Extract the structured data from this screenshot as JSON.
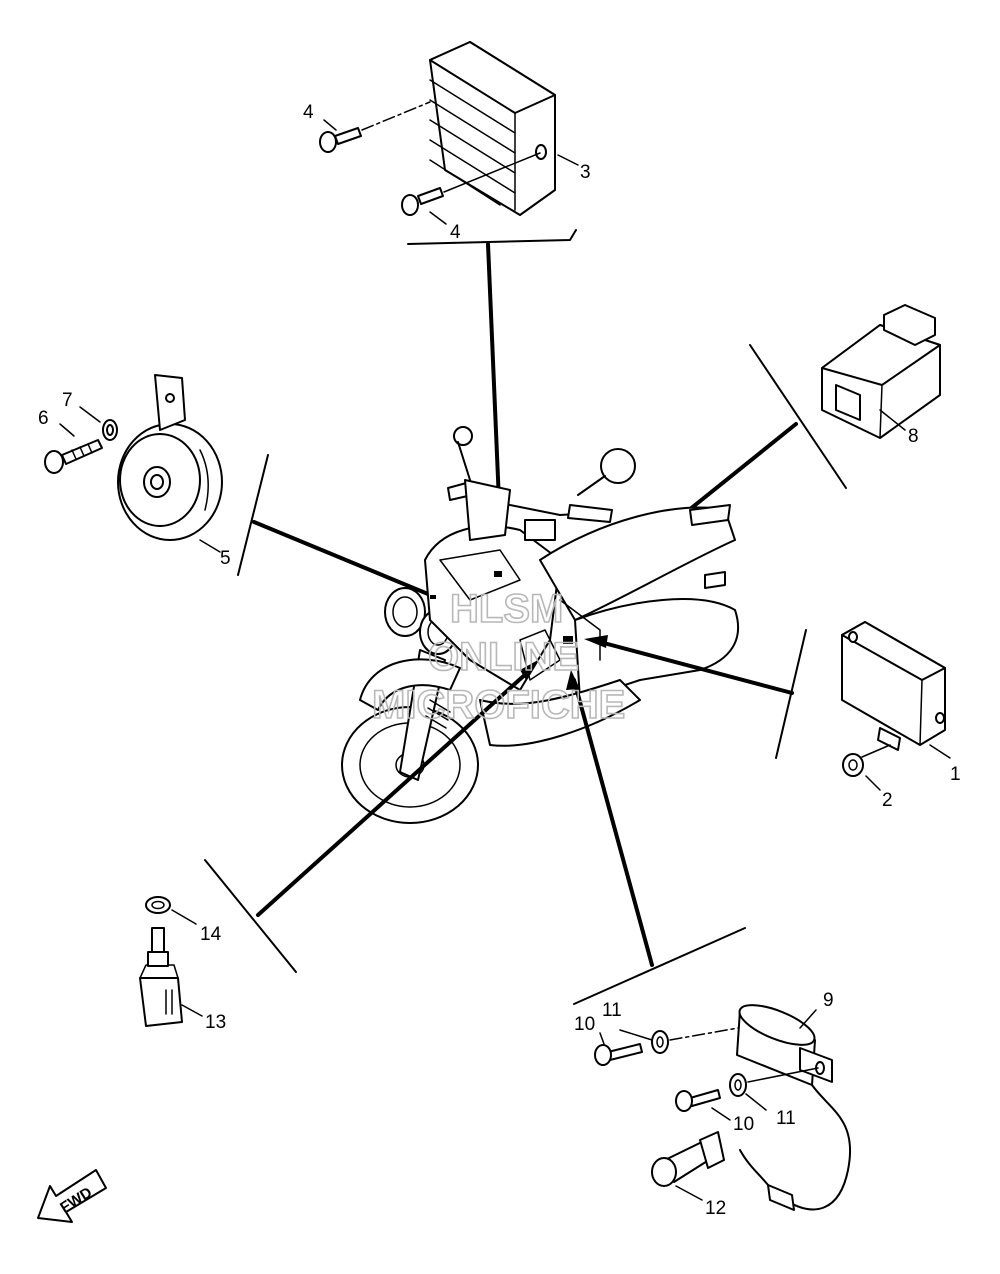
{
  "callouts": {
    "n1": "1",
    "n2": "2",
    "n3": "3",
    "n4a": "4",
    "n4b": "4",
    "n5": "5",
    "n6": "6",
    "n7": "7",
    "n8": "8",
    "n9": "9",
    "n10a": "10",
    "n10b": "10",
    "n11a": "11",
    "n11b": "11",
    "n12": "12",
    "n13": "13",
    "n14": "14"
  },
  "watermark": {
    "line1": "HLSM",
    "line2": "ONLINE",
    "line3": "MICROFICHE"
  },
  "direction_arrow": {
    "label": "FWD"
  },
  "colors": {
    "ink": "#000000",
    "watermark": "#b8b8b8",
    "background": "#ffffff"
  }
}
